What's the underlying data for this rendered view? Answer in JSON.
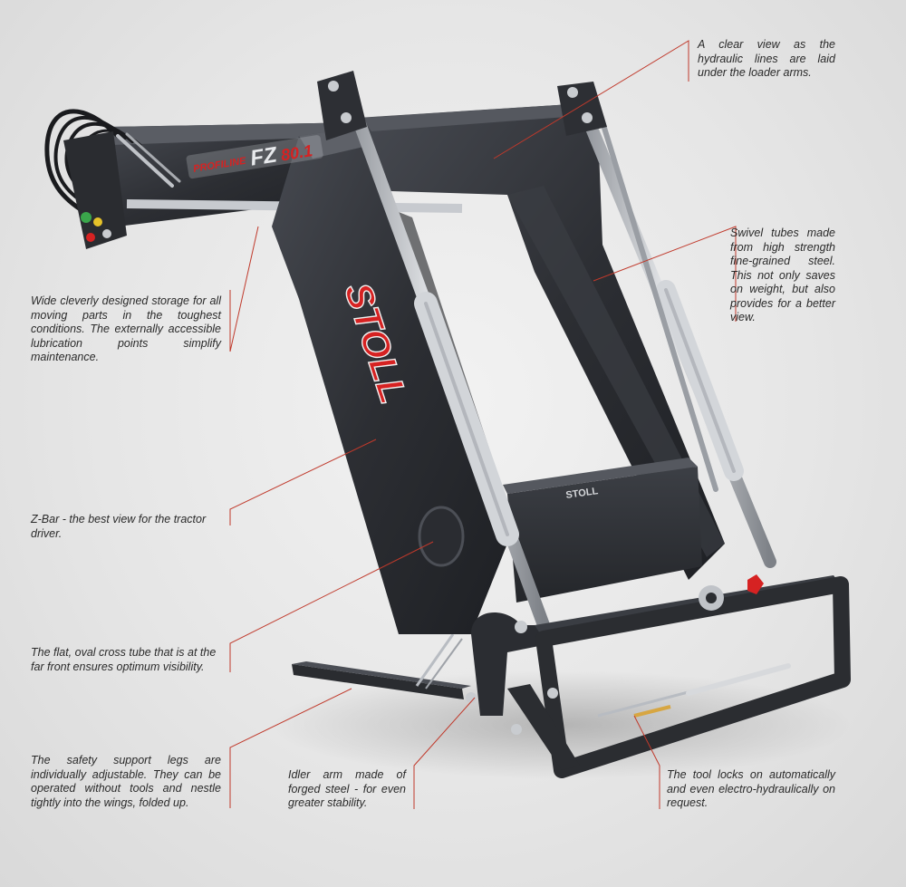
{
  "branding": {
    "series": "PROFILINE",
    "model_prefix": "FZ",
    "model_number": "80.1",
    "maker": "STOLL"
  },
  "colors": {
    "background": "#e4e4e4",
    "frame": "#2d2f34",
    "frame_highlight": "#4a4d54",
    "steel": "#b8bcc2",
    "callout_line": "#c0392b",
    "accent_red": "#d62222",
    "text": "#2a2a2a"
  },
  "callouts": [
    {
      "id": "hydraulic-lines",
      "text": "A clear view as the hydraulic lines are laid under the loader arms."
    },
    {
      "id": "swivel-tubes",
      "text": "Swivel tubes made from high strength fine-grained steel. This not only saves on weight, but also provides for a better view."
    },
    {
      "id": "storage",
      "text": "Wide cleverly designed storage for all moving parts in the toughest conditions. The externally accessible lubrication points simplify maintenance."
    },
    {
      "id": "z-bar",
      "text": "Z-Bar - the best view for the tractor driver."
    },
    {
      "id": "cross-tube",
      "text": "The flat, oval cross tube that is at the far front ensures optimum visibility."
    },
    {
      "id": "support-legs",
      "text": "The safety support legs are individually adjustable. They can be operated without tools and nestle tightly into the wings, folded up."
    },
    {
      "id": "idler-arm",
      "text": "Idler arm made of forged steel - for even greater stability."
    },
    {
      "id": "tool-locks",
      "text": "The tool locks on automatically and even electro-hydraulically on request."
    }
  ]
}
